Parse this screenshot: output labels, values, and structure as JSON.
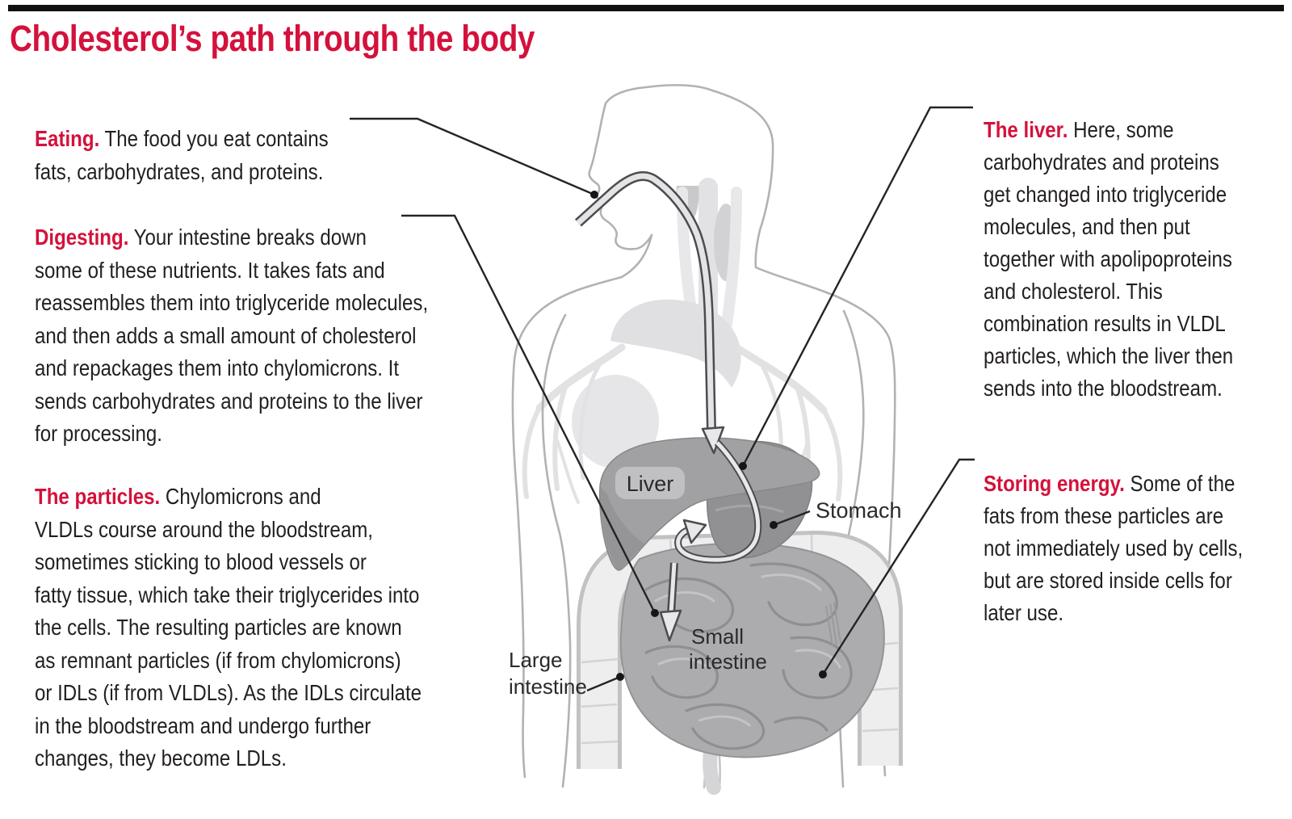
{
  "title": "Cholesterol’s path through the body",
  "colors": {
    "accent_red": "#d4113c",
    "text_dark": "#231f20",
    "top_rule": "#111111",
    "liver_gray": "#a1a1a3",
    "stomach_gray": "#919193",
    "small_intestine_gray": "#acacae",
    "large_intestine_gray": "#eeeeef",
    "body_outline_gray": "#b2b2b4"
  },
  "annotations": {
    "eating": {
      "lead": "Eating.",
      "body": " The food you eat contains\nfats, carbohydrates, and proteins."
    },
    "digesting": {
      "lead": "Digesting.",
      "body": " Your intestine breaks down\nsome of these nutrients. It takes fats and\nreassembles them into triglyceride molecules,\nand then adds a small amount of cholesterol\nand repackages them into chylomicrons. It\nsends carbohydrates and proteins to the liver\nfor processing."
    },
    "particles": {
      "lead": "The particles.",
      "body": " Chylomicrons and\nVLDLs course around the bloodstream,\nsometimes sticking to blood vessels or\nfatty tissue, which take their triglycerides into\nthe cells. The resulting particles are known\nas remnant particles (if from chylomicrons)\nor IDLs (if from VLDLs). As the IDLs circulate\nin the bloodstream and undergo further\nchanges, they become LDLs."
    },
    "liver": {
      "lead": "The liver.",
      "body": " Here, some\ncarbohydrates and proteins\nget changed into triglyceride\nmolecules, and then put\ntogether with apolipoproteins\nand cholesterol. This\ncombination results in VLDL\nparticles, which the liver then\nsends into the bloodstream."
    },
    "storing": {
      "lead": "Storing energy.",
      "body": " Some of the\nfats from these particles are\nnot immediately used by cells,\nbut are stored inside cells for\nlater use."
    }
  },
  "figure": {
    "labels": {
      "liver": "Liver",
      "stomach": "Stomach",
      "small_intestine": [
        "Small",
        "intestine"
      ],
      "large_intestine": [
        "Large",
        "intestine"
      ]
    }
  }
}
